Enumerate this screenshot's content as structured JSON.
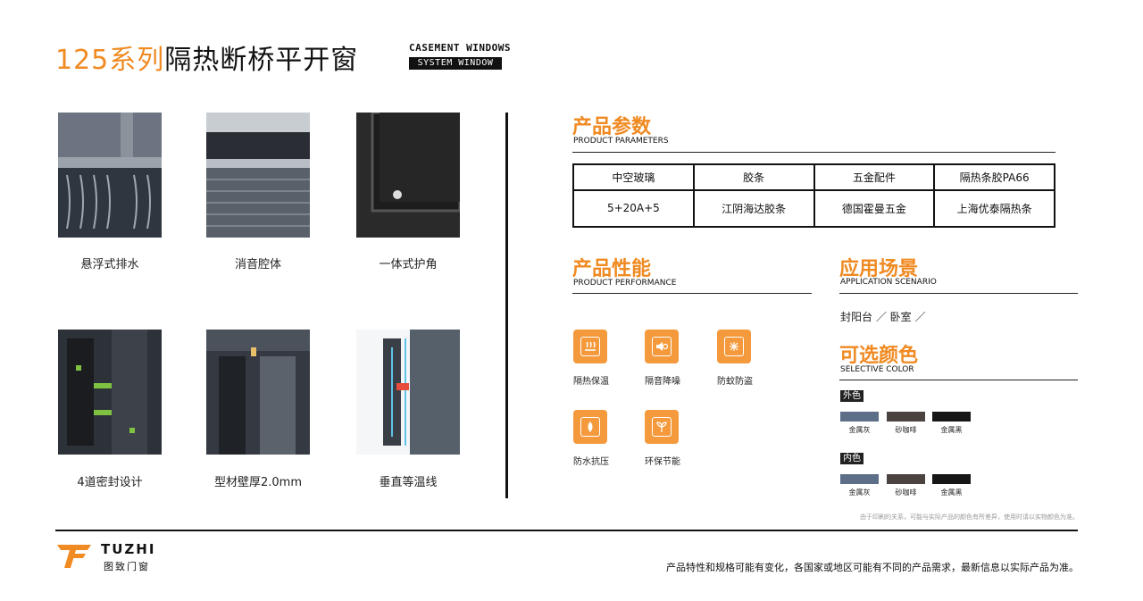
{
  "header": {
    "title_num": "125系列",
    "title_rest": "隔热断桥平开窗",
    "en_line1": "CASEMENT WINDOWS",
    "en_line2": "SYSTEM WINDOW"
  },
  "features": [
    {
      "label": "悬浮式排水"
    },
    {
      "label": "消音腔体"
    },
    {
      "label": "一体式护角"
    },
    {
      "label": "4道密封设计"
    },
    {
      "label": "型材壁厚2.0mm"
    },
    {
      "label": "垂直等温线"
    }
  ],
  "params": {
    "heading": "产品参数",
    "heading_en": "PRODUCT PARAMETERS",
    "headers": [
      "中空玻璃",
      "胶条",
      "五金配件",
      "隔热条胶PA66"
    ],
    "values": [
      "5+20A+5",
      "江阴海达胶条",
      "德国霍曼五金",
      "上海优泰隔热条"
    ]
  },
  "performance": {
    "heading": "产品性能",
    "heading_en": "PRODUCT PERFORMANCE",
    "items": [
      {
        "label": "隔热保温",
        "icon": "heat-insulation-icon"
      },
      {
        "label": "隔音降噪",
        "icon": "sound-insulation-icon"
      },
      {
        "label": "防蚊防盗",
        "icon": "anti-mosquito-icon"
      },
      {
        "label": "防水抗压",
        "icon": "waterproof-icon"
      },
      {
        "label": "环保节能",
        "icon": "eco-icon"
      }
    ]
  },
  "scenario": {
    "heading": "应用场景",
    "heading_en": "APPLICATION SCENARIO",
    "text": "封阳台 ／ 卧室 ／"
  },
  "colors": {
    "heading": "可选颜色",
    "heading_en": "SELECTIVE COLOR",
    "outer_label": "外色",
    "inner_label": "内色",
    "outer": [
      {
        "name": "金属灰",
        "hex": "#5d6f88"
      },
      {
        "name": "砂咖啡",
        "hex": "#4a4340"
      },
      {
        "name": "金属黑",
        "hex": "#161616"
      }
    ],
    "inner": [
      {
        "name": "金属灰",
        "hex": "#5d6f88"
      },
      {
        "name": "砂咖啡",
        "hex": "#4a4340"
      },
      {
        "name": "金属黑",
        "hex": "#161616"
      }
    ],
    "note": "由于印刷的关系，可能与实际产品的颜色有所差异，使用时请以实物颜色为准。"
  },
  "footer": {
    "logo_en": "TUZHI",
    "logo_cn": "图致门窗",
    "disclaimer": "产品特性和规格可能有变化，各国家或地区可能有不同的产品需求，最新信息以实际产品为准。"
  },
  "accent": "#f08a22"
}
